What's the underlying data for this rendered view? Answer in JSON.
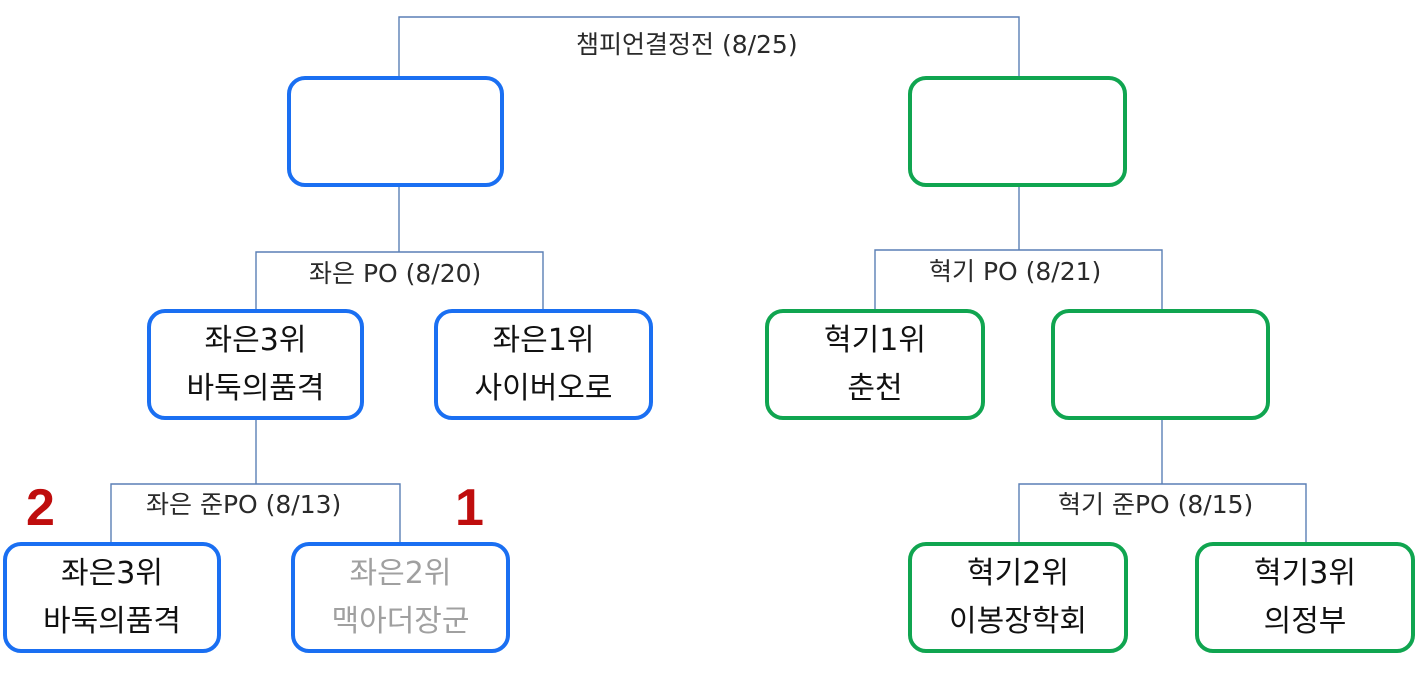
{
  "rounds": {
    "final": "챔피언결정전 (8/25)",
    "left_po": "좌은 PO (8/20)",
    "right_po": "혁기 PO (8/21)",
    "left_quarter": "좌은 준PO (8/13)",
    "right_quarter": "혁기 준PO (8/15)"
  },
  "final_slots": {
    "left": [
      "",
      ""
    ],
    "right": [
      "",
      ""
    ]
  },
  "left_po_teams": {
    "a": [
      "좌은3위",
      "바둑의품격"
    ],
    "b": [
      "좌은1위",
      "사이버오로"
    ]
  },
  "right_po_teams": {
    "a": [
      "혁기1위",
      "춘천"
    ],
    "b": [
      "",
      ""
    ]
  },
  "left_quarter_teams": {
    "a": [
      "좌은3위",
      "바둑의품격"
    ],
    "b": [
      "좌은2위",
      "맥아더장군"
    ]
  },
  "right_quarter_teams": {
    "a": [
      "혁기2위",
      "이봉장학회"
    ],
    "b": [
      "혁기3위",
      "의정부"
    ]
  },
  "scores": {
    "left_quarter_a": "2",
    "left_quarter_b": "1"
  },
  "colors": {
    "left_border": "#1a6ff2",
    "right_border": "#10a550",
    "line": "#5a7fb5",
    "score": "#bf0d0d",
    "eliminated_text": "#a0a0a0"
  }
}
